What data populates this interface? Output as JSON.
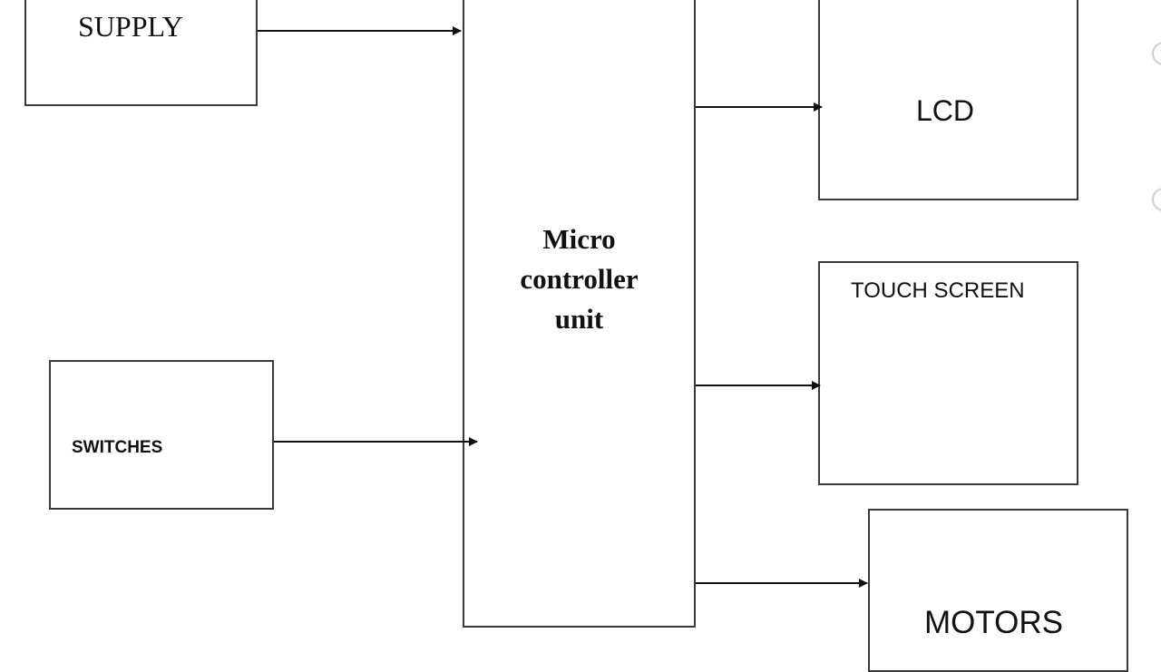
{
  "blocks": {
    "power_supply": "SUPPLY",
    "switches": "SWITCHES",
    "mcu": [
      "Micro",
      "controller",
      "unit"
    ],
    "lcd": "LCD",
    "touch_screen": "TOUCH SCREEN",
    "motors": "MOTORS"
  },
  "colors": {
    "line": "#111111",
    "box_border": "#3a3a3a",
    "background": "#ffffff"
  }
}
